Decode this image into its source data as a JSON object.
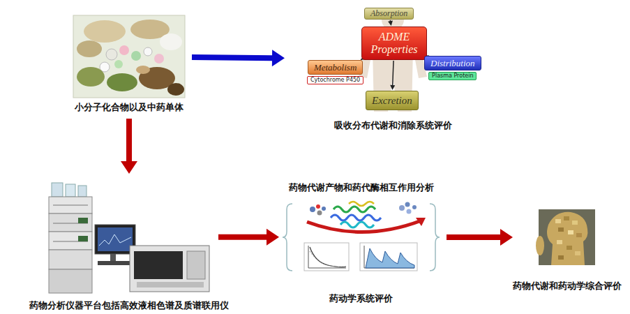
{
  "diagram": {
    "nodes": [
      {
        "text": [
          "小分子化合物以及中药单体"
        ]
      },
      {
        "text": [
          "吸收分布代谢和消除系统评价"
        ]
      },
      {
        "text": [
          "Absorption"
        ],
        "in": 1
      },
      {
        "text": [
          "ADME Properties"
        ],
        "in": 1
      },
      {
        "text": [
          "Metabolism",
          "Cytochrome P450"
        ],
        "in": 1
      },
      {
        "text": [
          "Distribution",
          "Plasma Protein"
        ],
        "in": 1
      },
      {
        "text": [
          "Excretion"
        ],
        "in": 1
      },
      {
        "text": [
          "药物分析仪器平台包括高效液相色谱及质谱联用仪"
        ]
      },
      {
        "text": [
          "药物代谢产物和药代酶相互作用分析",
          "药动学系统评价"
        ]
      },
      {
        "text": [
          "药物代谢和药动学综合评价"
        ]
      }
    ],
    "edges": [
      {
        "from": 0,
        "to": 1,
        "arrow": "to"
      },
      {
        "from": 2,
        "to": 3,
        "arrow": "to"
      },
      {
        "from": 3,
        "to": 4,
        "arrow": "to"
      },
      {
        "from": 3,
        "to": 5,
        "arrow": "to"
      },
      {
        "from": 3,
        "to": 6,
        "arrow": "to"
      },
      {
        "from": 0,
        "to": 7,
        "arrow": "to"
      },
      {
        "from": 7,
        "to": 8,
        "arrow": "to"
      },
      {
        "from": 8,
        "to": 9,
        "arrow": "to"
      }
    ]
  }
}
